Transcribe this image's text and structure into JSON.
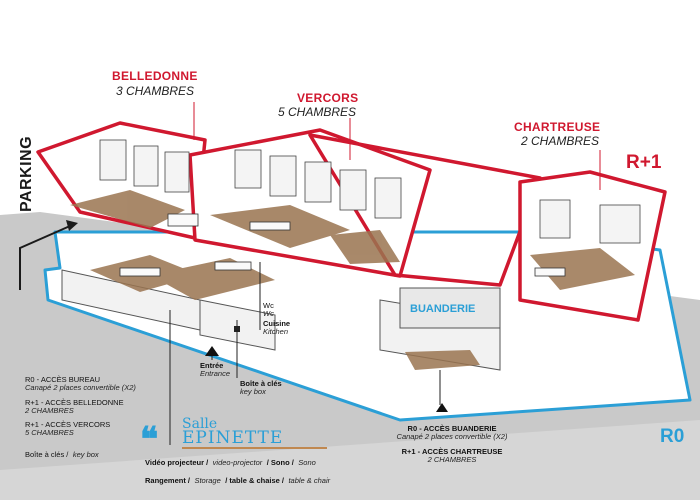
{
  "labels": {
    "parking": "PARKING",
    "belledonne_title": "BELLEDONNE",
    "belledonne_sub": "3 CHAMBRES",
    "vercors_title": "VERCORS",
    "vercors_sub": "5 CHAMBRES",
    "chartreuse_title": "CHARTREUSE",
    "chartreuse_sub": "2 CHAMBRES",
    "floor_r1": "R+1",
    "floor_r0": "R0",
    "buanderie": "BUANDERIE",
    "wc_fr": "Wc",
    "wc_en": "Wc",
    "cuisine_fr": "Cuisine",
    "cuisine_en": "Kitchen",
    "entree_fr": "Entrée",
    "entree_en": "Entrance",
    "boite_fr": "Boîte à clés",
    "boite_en": "key box"
  },
  "legend_left": {
    "r0_bureau": "R0 - ACCÈS BUREAU",
    "r0_bureau_sub": "Canapé 2 places convertible (X2)",
    "r1_belledonne": "R+1 - ACCÈS BELLEDONNE",
    "r1_belledonne_sub": "2 CHAMBRES",
    "r1_vercors": "R+1 - ACCÈS VERCORS",
    "r1_vercors_sub": "5 CHAMBRES",
    "boite_a": "Boîte à clés /",
    "boite_b": "key box"
  },
  "legend_right": {
    "r0_buanderie": "R0 - ACCÈS BUANDERIE",
    "r0_buanderie_sub": "Canapé 2 places convertible (X2)",
    "r1_chartreuse": "R+1 - ACCÈS CHARTREUSE",
    "r1_chartreuse_sub": "2 CHAMBRES"
  },
  "salle": {
    "logo_quote": "❝",
    "logo_salle": "Salle",
    "logo_name": "EPINETTE",
    "line1_a": "Vidéo projecteur /",
    "line1_b": "video-projector",
    "line1_c": "/ Sono /",
    "line1_d": "Sono",
    "line2_a": "Rangement /",
    "line2_b": "Storage",
    "line2_c": "/ table & chaise /",
    "line2_d": "table & chair"
  },
  "colors": {
    "r1_outline": "#d0182f",
    "r0_outline": "#2b9fd6",
    "ground": "#c9c9c9",
    "wood_floor": "#9a7450",
    "logo_accent": "#c08850"
  }
}
